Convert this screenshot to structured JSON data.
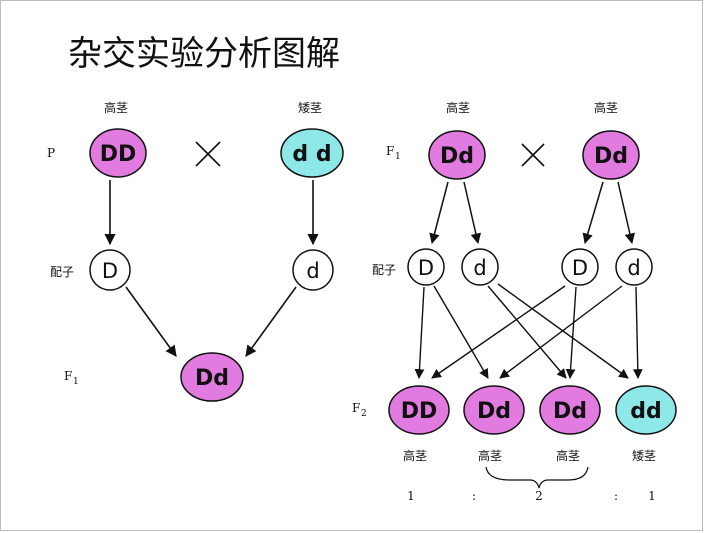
{
  "title": "杂交实验分析图解",
  "colors": {
    "dominant": "#e27be0",
    "recessive": "#8fe8e8"
  },
  "left": {
    "p_label": "P",
    "p1_trait": "高茎",
    "p1_genotype": "DD",
    "p2_trait": "矮茎",
    "p2_genotype": "d d",
    "gamete_label": "配子",
    "gamete1": "D",
    "gamete2": "d",
    "f1_label": "F",
    "f1_sub": "1",
    "f1_genotype": "Dd"
  },
  "right": {
    "f1_label": "F",
    "f1_sub": "1",
    "parent1_trait": "高茎",
    "parent1_genotype": "Dd",
    "parent2_trait": "高茎",
    "parent2_genotype": "Dd",
    "gamete_label": "配子",
    "gametes": [
      "D",
      "d",
      "D",
      "d"
    ],
    "f2_label": "F",
    "f2_sub": "2",
    "offspring": [
      {
        "genotype": "DD",
        "trait": "高茎"
      },
      {
        "genotype": "Dd",
        "trait": "高茎"
      },
      {
        "genotype": "Dd",
        "trait": "高茎"
      },
      {
        "genotype": "dd",
        "trait": "矮茎"
      }
    ],
    "ratio": [
      "1",
      ":",
      "2",
      ":",
      "1"
    ]
  }
}
